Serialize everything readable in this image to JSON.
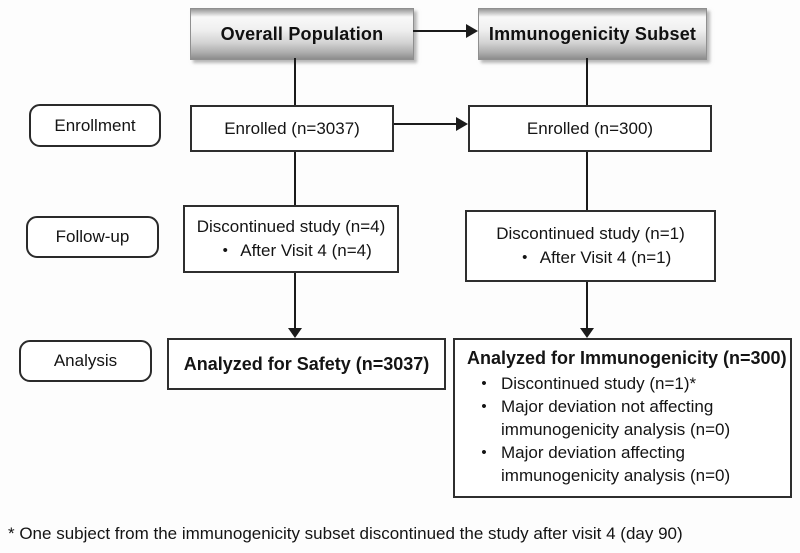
{
  "diagram": {
    "headers": {
      "overall": "Overall Population",
      "subset": "Immunogenicity Subset"
    },
    "stages": {
      "enrollment": "Enrollment",
      "followup": "Follow-up",
      "analysis": "Analysis"
    },
    "overall": {
      "enrolled": "Enrolled (n=3037)",
      "discontinued_title": "Discontinued study (n=4)",
      "discontinued_bullet": "After Visit 4 (n=4)",
      "analyzed": "Analyzed for Safety (n=3037)"
    },
    "subset": {
      "enrolled": "Enrolled (n=300)",
      "discontinued_title": "Discontinued study (n=1)",
      "discontinued_bullet": "After Visit 4 (n=1)",
      "analyzed_title": "Analyzed for Immunogenicity (n=300)",
      "analyzed_bullets": [
        "Discontinued study (n=1)*",
        "Major deviation not affecting immunogenicity analysis (n=0)",
        "Major deviation affecting immunogenicity analysis (n=0)"
      ]
    },
    "footnote": "* One subject from the immunogenicity subset discontinued the study after visit 4 (day 90)",
    "bullet_glyph": "•",
    "colors": {
      "line": "#1b1b1b",
      "box_border": "#2e2e2e",
      "header_gradient_top": "#f9f9f9",
      "header_gradient_bottom": "#8d8d8d"
    }
  }
}
